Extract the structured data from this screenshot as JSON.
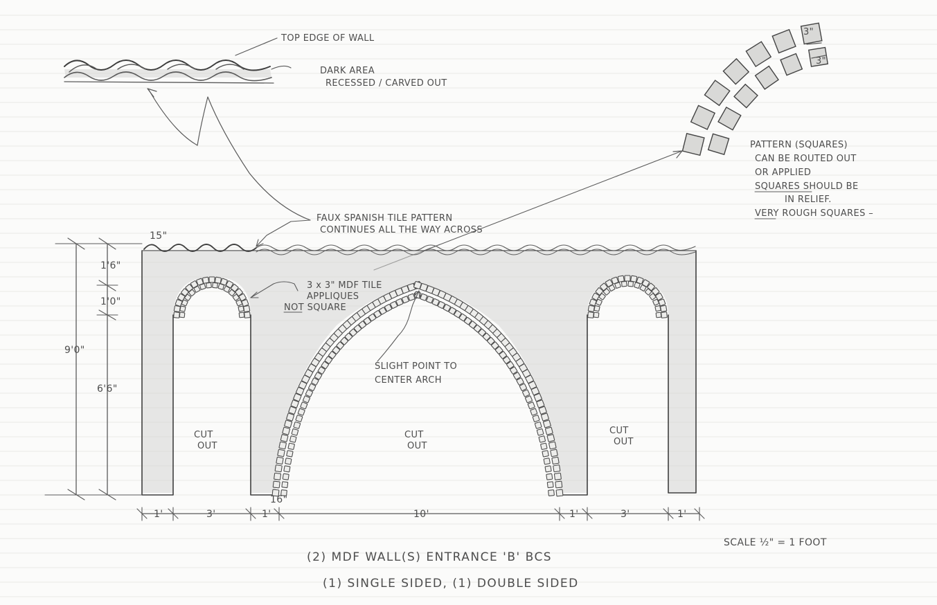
{
  "notes": {
    "top_edge": "TOP EDGE OF WALL",
    "dark_area_1": "DARK AREA",
    "dark_area_2": "RECESSED / CARVED OUT",
    "pattern_1": "PATTERN (SQUARES)",
    "pattern_2": "CAN BE ROUTED OUT",
    "pattern_3": "OR APPLIED",
    "pattern_4": "SQUARES SHOULD BE",
    "pattern_5": "IN RELIEF.",
    "pattern_6": "VERY ROUGH SQUARES –",
    "tile_pattern_1": "FAUX SPANISH TILE PATTERN",
    "tile_pattern_2": "CONTINUES ALL THE WAY ACROSS",
    "mdf_tile_1": "3 x 3\" MDF TILE",
    "mdf_tile_2": "APPLIQUES",
    "mdf_tile_3": "NOT SQUARE",
    "slight_point_1": "SLIGHT POINT TO",
    "slight_point_2": "CENTER ARCH",
    "cut_out_a": "CUT",
    "cut_out_b": "OUT",
    "scale": "SCALE ½\" = 1 FOOT",
    "title_1": "(2) MDF WALL(S) ENTRANCE 'B'     BCS",
    "title_2": "(1) SINGLE SIDED, (1) DOUBLE SIDED"
  },
  "dimensions": {
    "tile_height": "3\"",
    "tile_width": "3\"",
    "cap": "15\"",
    "upper": "1'6\"",
    "arch_rise": "1'0\"",
    "total": "9'0\"",
    "opening": "6'6\"",
    "base_gap": "16\"",
    "pier_left": "1'",
    "door_left": "3'",
    "pier_mid_left": "1'",
    "center": "10'",
    "pier_mid_right": "1'",
    "door_right": "3'",
    "pier_right": "1'"
  }
}
